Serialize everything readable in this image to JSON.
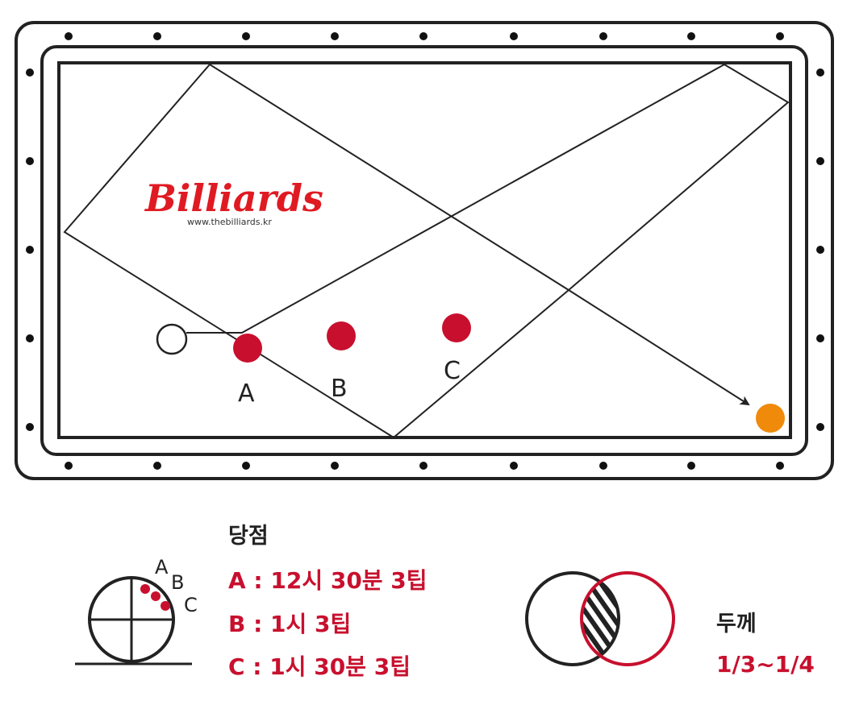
{
  "table": {
    "ball_labels": {
      "a": "A",
      "b": "B",
      "c": "C"
    },
    "colors": {
      "red_ball": "#c8102e",
      "target_ball": "#ef8a0a",
      "frame": "#222222"
    }
  },
  "logo": {
    "name": "Billiards",
    "url": "www.thebilliards.kr"
  },
  "contact_point": {
    "title": "당점",
    "lines": {
      "a": "A : 12시 30분  3팁",
      "b": "B : 1시  3팁",
      "c": "C : 1시 30분  3팁"
    },
    "diagram_labels": {
      "a": "A",
      "b": "B",
      "c": "C"
    }
  },
  "thickness": {
    "title": "두께",
    "value": "1/3~1/4"
  }
}
